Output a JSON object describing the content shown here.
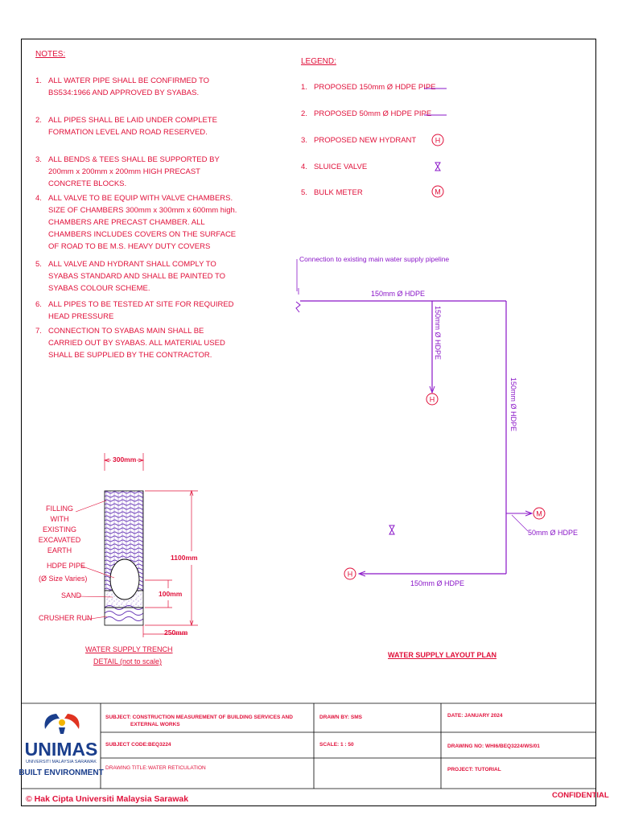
{
  "notes": {
    "title": "NOTES:",
    "items": [
      {
        "num": "1.",
        "text": "ALL WATER PIPE SHALL BE CONFIRMED TO  BS534:1966 AND APPROVED BY SYABAS."
      },
      {
        "num": "2.",
        "text": "ALL PIPES SHALL BE LAID UNDER COMPLETE FORMATION LEVEL AND ROAD RESERVED."
      },
      {
        "num": "3.",
        "text": "ALL BENDS & TEES SHALL BE SUPPORTED BY 200mm x 200mm x 200mm HIGH PRECAST CONCRETE BLOCKS."
      },
      {
        "num": "4.",
        "text": "ALL VALVE TO BE EQUIP WITH VALVE CHAMBERS. SIZE OF CHAMBERS 300mm x 300mm x 600mm high. CHAMBERS ARE PRECAST CHAMBER. ALL CHAMBERS INCLUDES COVERS ON THE SURFACE OF ROAD TO BE M.S. HEAVY DUTY COVERS"
      },
      {
        "num": "5.",
        "text": "ALL VALVE AND HYDRANT SHALL COMPLY TO SYABAS STANDARD AND SHALL BE PAINTED TO SYABAS COLOUR SCHEME."
      },
      {
        "num": "6.",
        "text": "ALL PIPES TO BE TESTED AT SITE FOR REQUIRED HEAD PRESSURE"
      },
      {
        "num": "7.",
        "text": "CONNECTION TO SYABAS MAIN SHALL BE CARRIED OUT BY SYABAS. ALL MATERIAL USED SHALL BE SUPPLIED BY THE CONTRACTOR."
      }
    ]
  },
  "legend": {
    "title": "LEGEND:",
    "items": [
      {
        "num": "1.",
        "text": "PROPOSED 150mm Ø HDPE PIPE",
        "symbol": "line"
      },
      {
        "num": "2.",
        "text": "PROPOSED 50mm Ø HDPE PIPE",
        "symbol": "line"
      },
      {
        "num": "3.",
        "text": "PROPOSED NEW HYDRANT",
        "symbol": "H"
      },
      {
        "num": "4.",
        "text": "SLUICE VALVE",
        "symbol": "valve"
      },
      {
        "num": "5.",
        "text": "BULK METER",
        "symbol": "M"
      }
    ]
  },
  "plan": {
    "connection_label": "Connection to existing main water supply pipeline",
    "pipe_top": "150mm Ø HDPE",
    "pipe_branch": "150mm Ø HDPE",
    "pipe_right": "150mm Ø HDPE",
    "pipe_meter": "50mm Ø HDPE",
    "pipe_bottom": "150mm Ø HDPE",
    "hydrant_symbol": "H",
    "meter_symbol": "M",
    "title": "WATER SUPPLY LAYOUT PLAN"
  },
  "trench": {
    "width_label": "300mm",
    "depth_label": "1100mm",
    "sand_label": "100mm",
    "bottom_label": "250mm",
    "filling_label": "FILLING WITH EXISTING EXCAVATED EARTH",
    "pipe_label": "HDPE PIPE",
    "pipe_sub": "(Ø Size Varies)",
    "sand_material": "SAND",
    "crusher_label": "CRUSHER RUN",
    "title": "WATER SUPPLY TRENCH",
    "subtitle": "DETAIL (not to scale)"
  },
  "title_block": {
    "logo_name": "UNIMAS",
    "logo_sub": "UNIVERSITI MALAYSIA SARAWAK",
    "logo_dept": "BUILT ENVIRONMENT",
    "subject": "SUBJECT: CONSTRUCTION MEASUREMENT OF BUILDING SERVICES AND",
    "subject_line2": "EXTERNAL WORKS",
    "subject_code_label": "SUBJECT CODE:",
    "subject_code": "BEQ3224",
    "drawing_title_label": "DRAWING TITLE:",
    "drawing_title": "WATER RETICULATION",
    "drawn_by": "DRAWN BY:  SMS",
    "scale": "SCALE:  1 : 50",
    "date": "DATE:  JANUARY 2024",
    "drawing_no": "DRAWING NO:  WHI6/BEQ3224/WS/01",
    "project": "PROJECT:  TUTORIAL"
  },
  "footer": {
    "copyright": "© Hak Cipta Universiti Malaysia Sarawak",
    "confidential": "CONFIDENTIAL"
  },
  "colors": {
    "accent": "#e0103a",
    "pipe": "#8a16c8",
    "dim": "#e0103a"
  }
}
